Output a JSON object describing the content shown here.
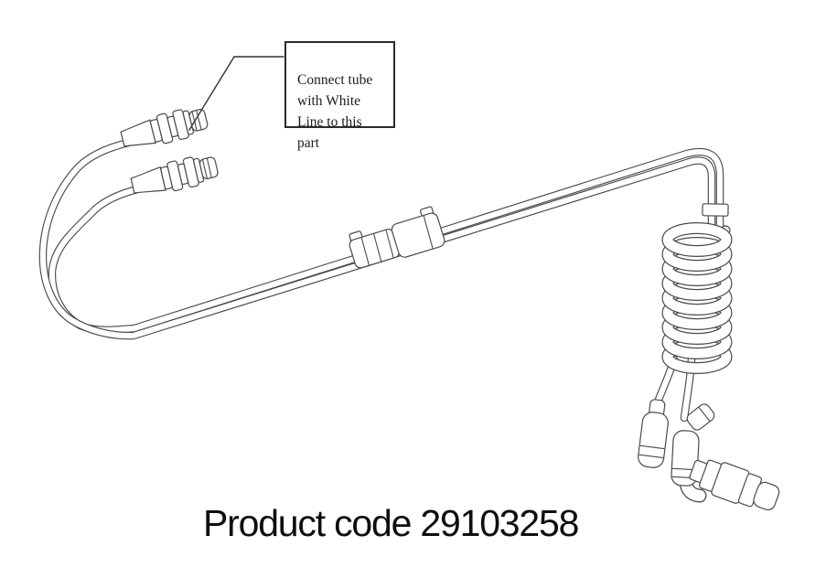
{
  "canvas": {
    "background": "#ffffff",
    "line_color": "#4a4a4a",
    "text_color": "#0e0e0e",
    "callout_border_color": "#2b2b2b"
  },
  "callout": {
    "text": "Connect tube\nwith White\nLine to this\npart"
  },
  "product_code": {
    "label": "Product code 29103258"
  },
  "drawing": {
    "parts": [
      "quick-connect-fitting-upper",
      "quick-connect-fitting-lower",
      "tube-bundle",
      "inline-coupling",
      "pipe-seam",
      "coil-section",
      "left-vertical-fitting",
      "side-nut",
      "elbow-fitting",
      "stepped-connector"
    ]
  }
}
